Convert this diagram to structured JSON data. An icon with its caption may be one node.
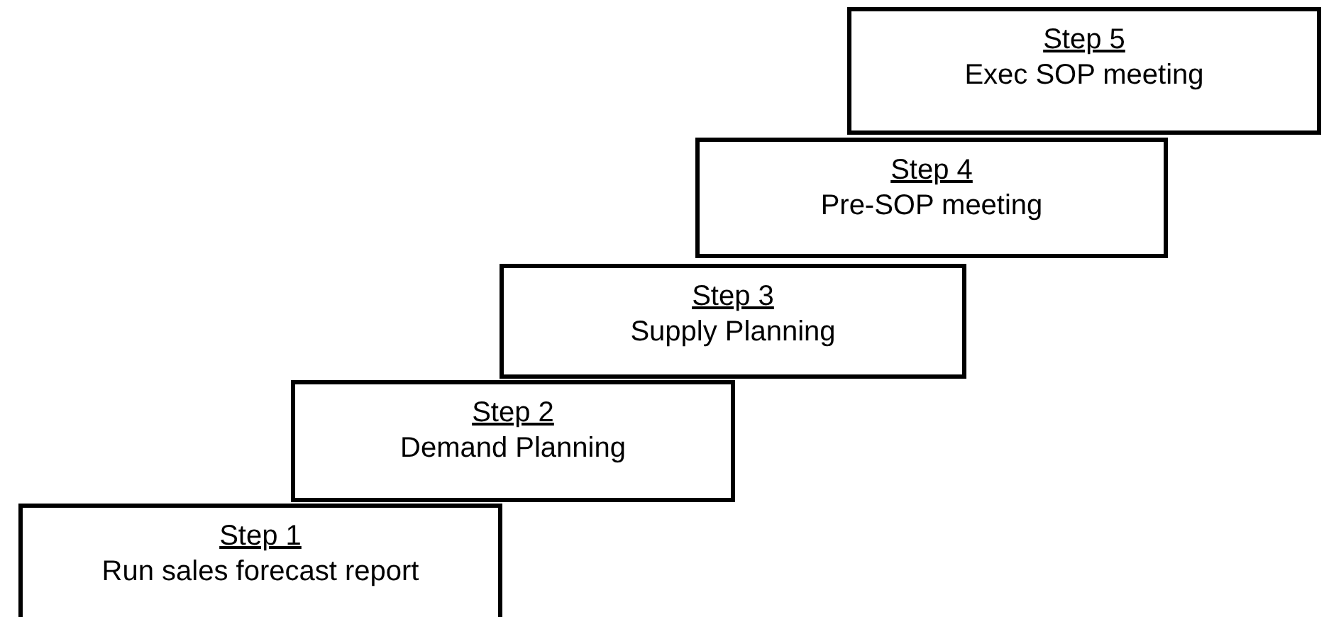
{
  "diagram": {
    "nodes": [
      {
        "text": [
          "Step 1",
          "Run sales forecast report"
        ]
      },
      {
        "text": [
          "Step 2",
          "Demand Planning"
        ]
      },
      {
        "text": [
          "Step 3",
          "Supply Planning"
        ]
      },
      {
        "text": [
          "Step 4",
          "Pre-SOP meeting"
        ]
      },
      {
        "text": [
          "Step 5",
          "Exec SOP meeting"
        ]
      }
    ]
  }
}
